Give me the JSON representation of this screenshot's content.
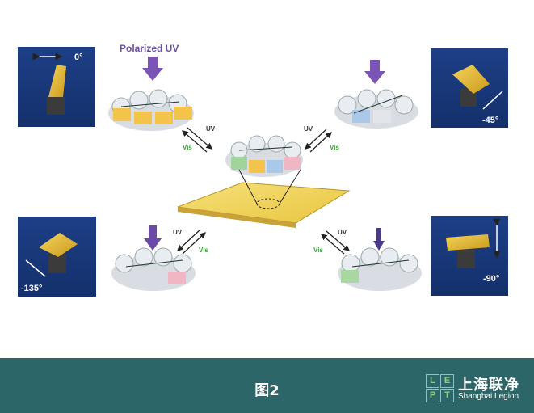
{
  "figure": {
    "title": "Polarized UV",
    "angles": {
      "tl": "0°",
      "tr": "-45°",
      "bl": "-135°",
      "br": "-90°"
    },
    "uv_label": "UV",
    "vis_label": "Vis"
  },
  "caption": {
    "text": "图2"
  },
  "logo": {
    "letters": [
      "L",
      "E",
      "P",
      "T"
    ],
    "cn": "上海联净",
    "en": "Shanghai Legion"
  }
}
